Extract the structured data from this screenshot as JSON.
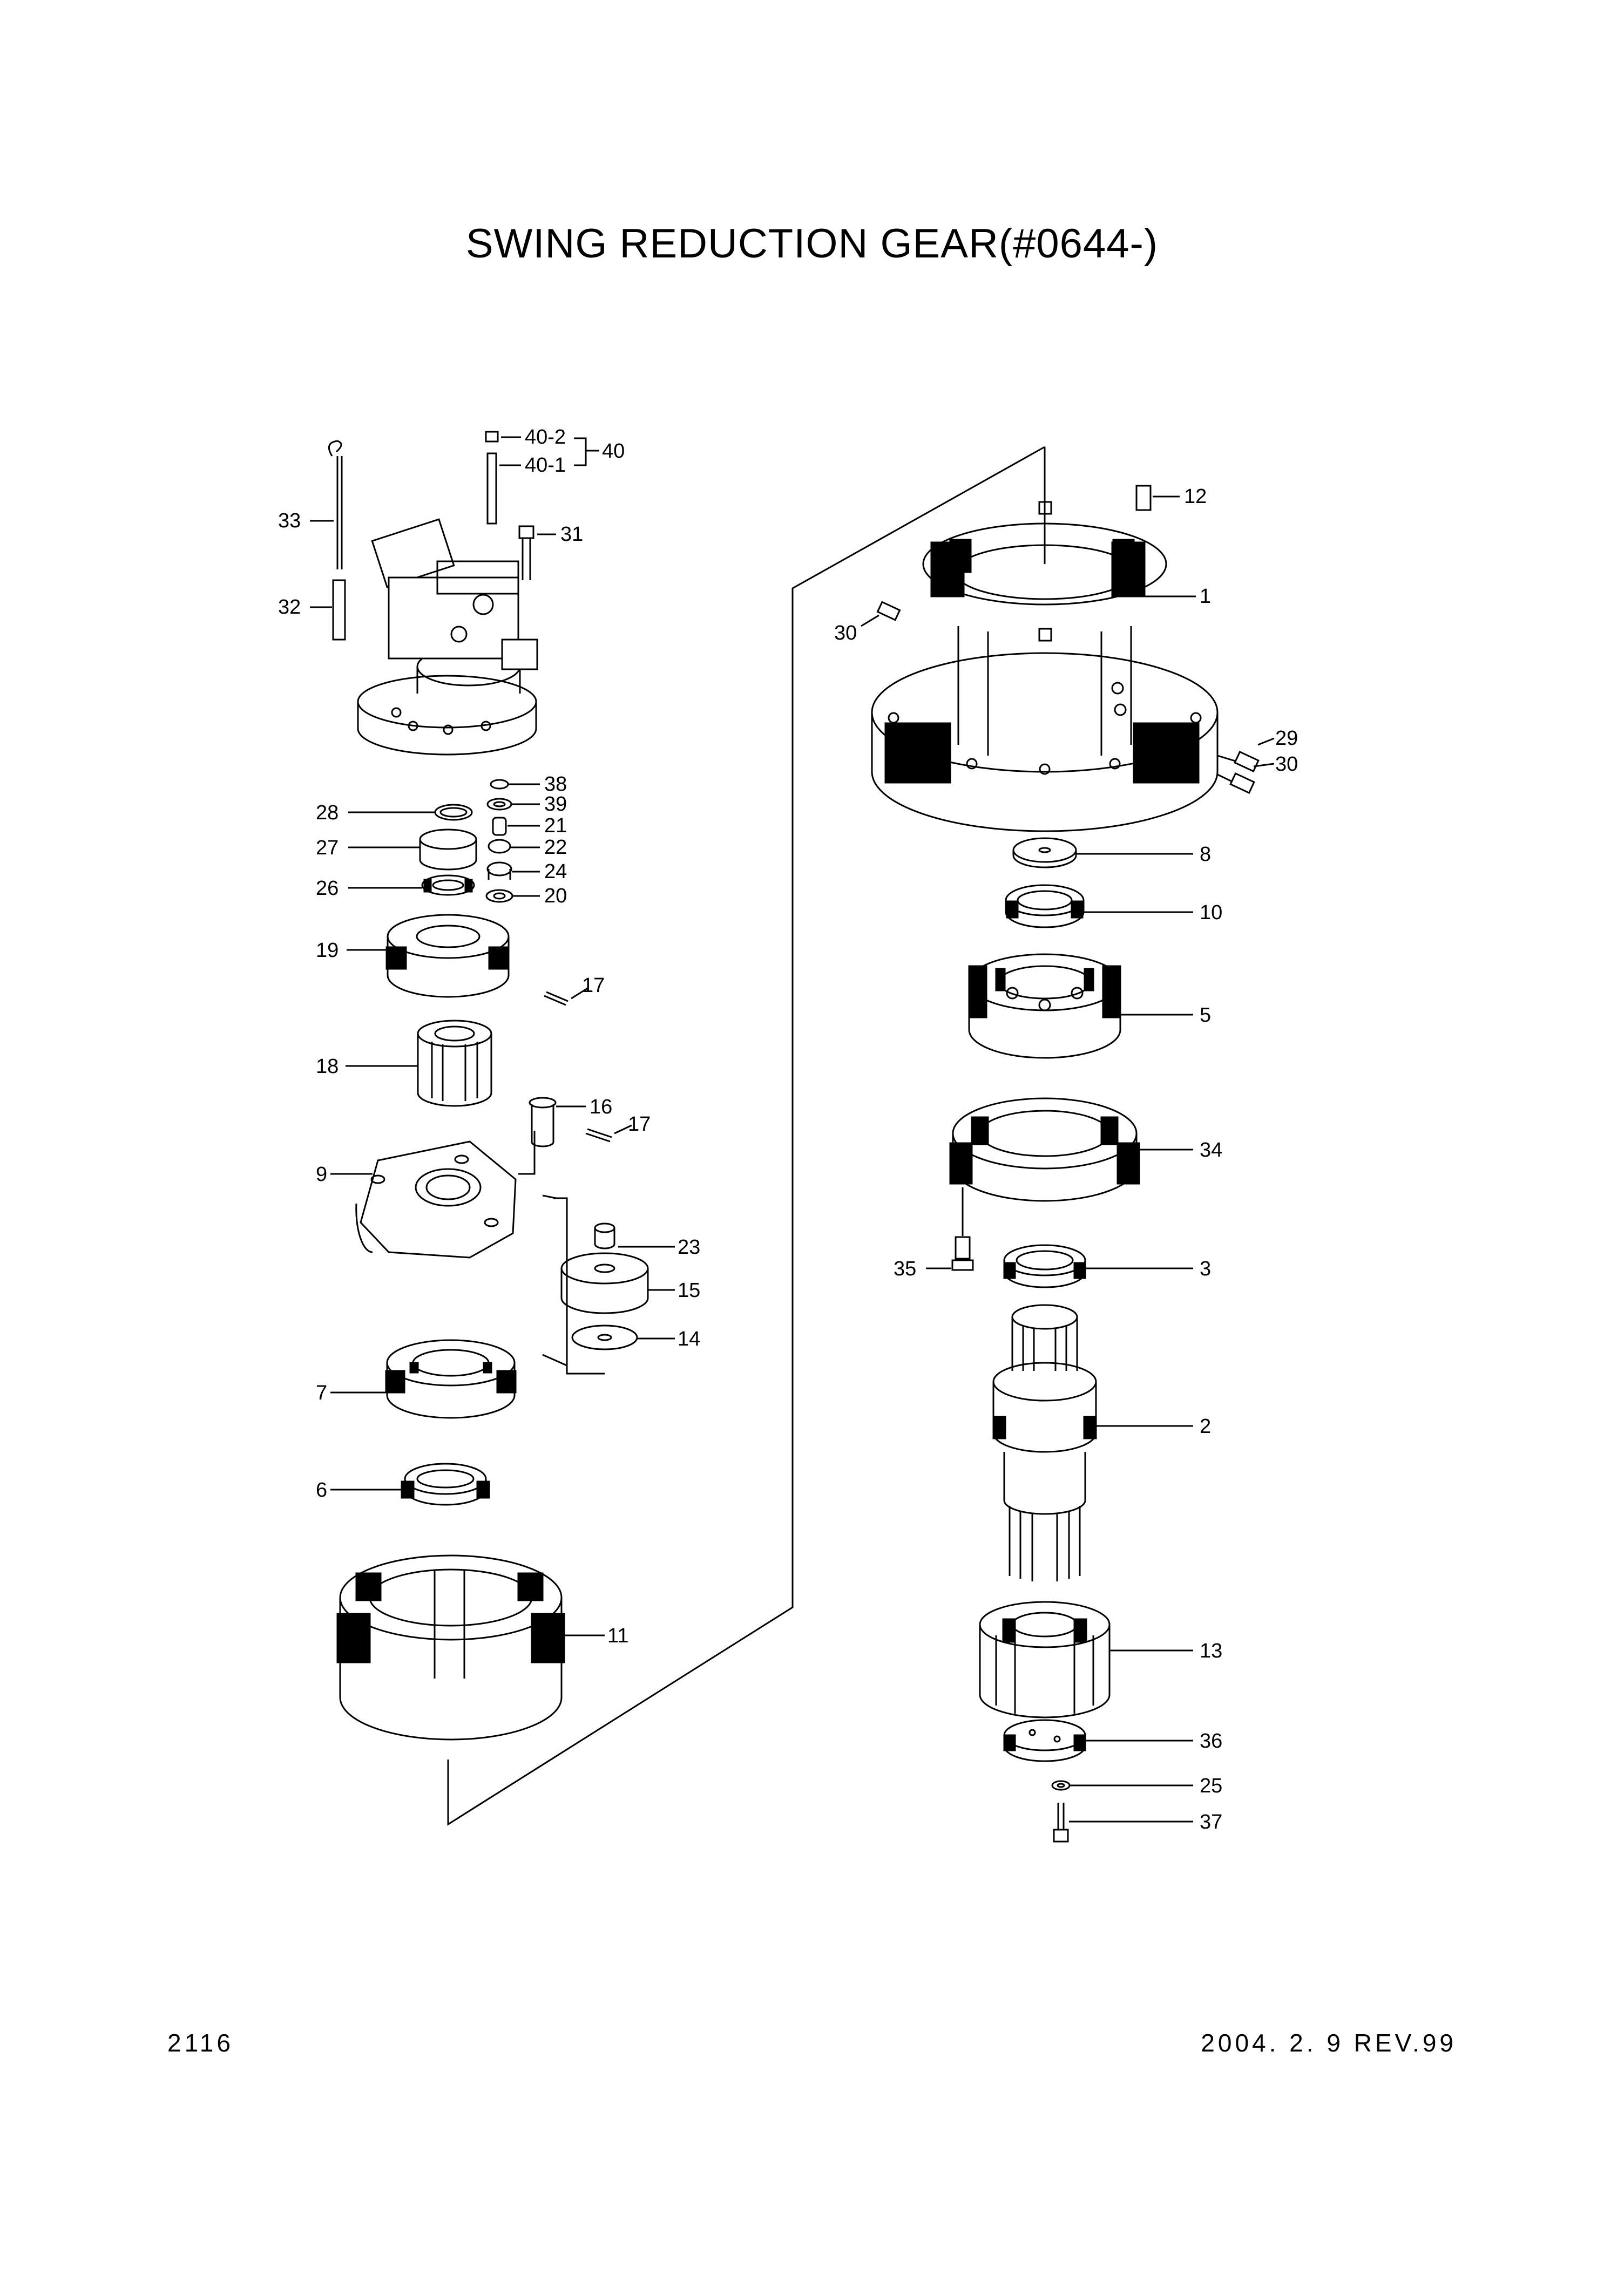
{
  "title": "SWING REDUCTION GEAR(#0644-)",
  "page_number": "2116",
  "revision": "2004. 2. 9 REV.99",
  "callouts": {
    "c40_2": "40-2",
    "c40_1": "40-1",
    "c40": "40",
    "c31": "31",
    "c33": "33",
    "c32": "32",
    "c12": "12",
    "c1": "1",
    "c30a": "30",
    "c29": "29",
    "c30b": "30",
    "c38": "38",
    "c39": "39",
    "c21": "21",
    "c22": "22",
    "c24": "24",
    "c20": "20",
    "c28": "28",
    "c27": "27",
    "c26": "26",
    "c19": "19",
    "c17a": "17",
    "c18": "18",
    "c16": "16",
    "c17b": "17",
    "c9": "9",
    "c23": "23",
    "c15": "15",
    "c14": "14",
    "c7": "7",
    "c6": "6",
    "c11": "11",
    "c8": "8",
    "c10": "10",
    "c5": "5",
    "c34": "34",
    "c35": "35",
    "c3": "3",
    "c2": "2",
    "c13": "13",
    "c36": "36",
    "c25": "25",
    "c37": "37"
  }
}
